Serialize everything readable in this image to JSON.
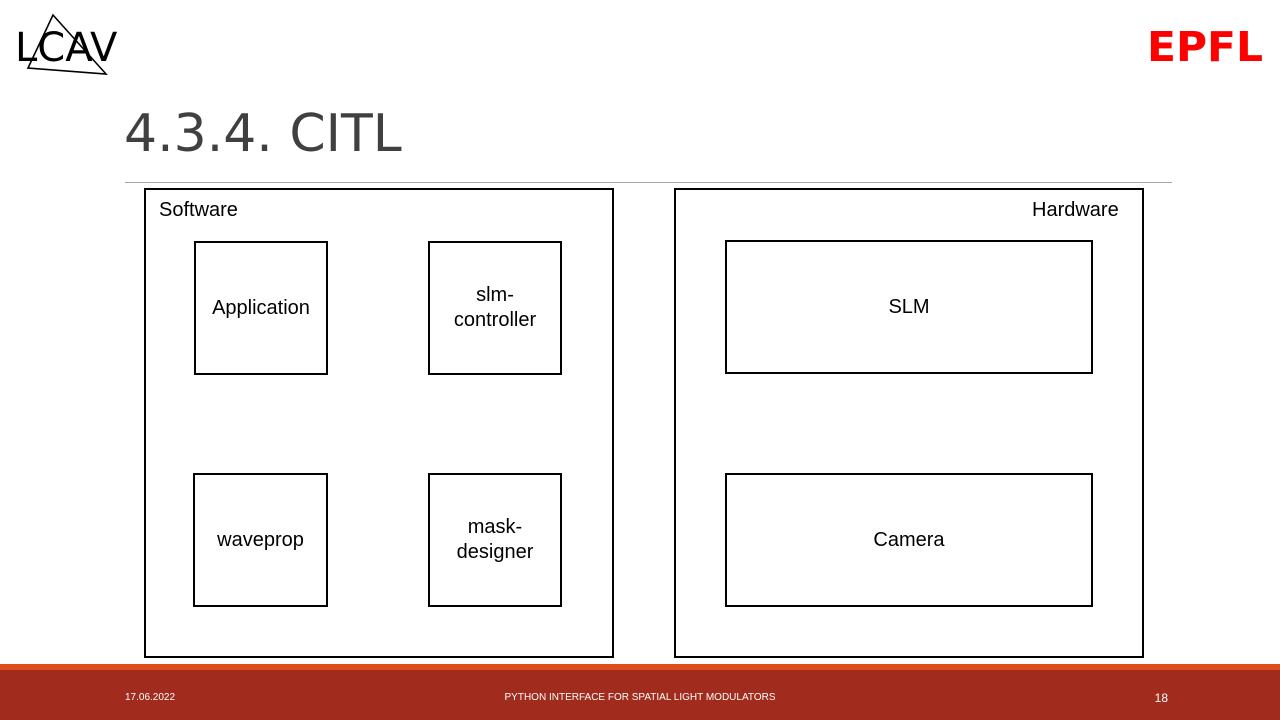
{
  "logos": {
    "left": "LCAV",
    "right": "EPFL"
  },
  "slide": {
    "title": "4.3.4. CITL"
  },
  "diagram": {
    "software": {
      "label": "Software",
      "modules": {
        "application": "Application",
        "slm_controller": "slm-\ncontroller",
        "waveprop": "waveprop",
        "mask_designer": "mask-\ndesigner"
      }
    },
    "hardware": {
      "label": "Hardware",
      "devices": {
        "slm": "SLM",
        "camera": "Camera"
      }
    }
  },
  "footer": {
    "date": "17.06.2022",
    "title": "PYTHON INTERFACE FOR SPATIAL LIGHT MODULATORS",
    "page": "18"
  },
  "colors": {
    "epfl_red": "#ff0000",
    "footer_bar": "#a12b1d",
    "footer_accent": "#e04d1c",
    "title_text": "#404040",
    "rule": "#a6a6a6"
  }
}
